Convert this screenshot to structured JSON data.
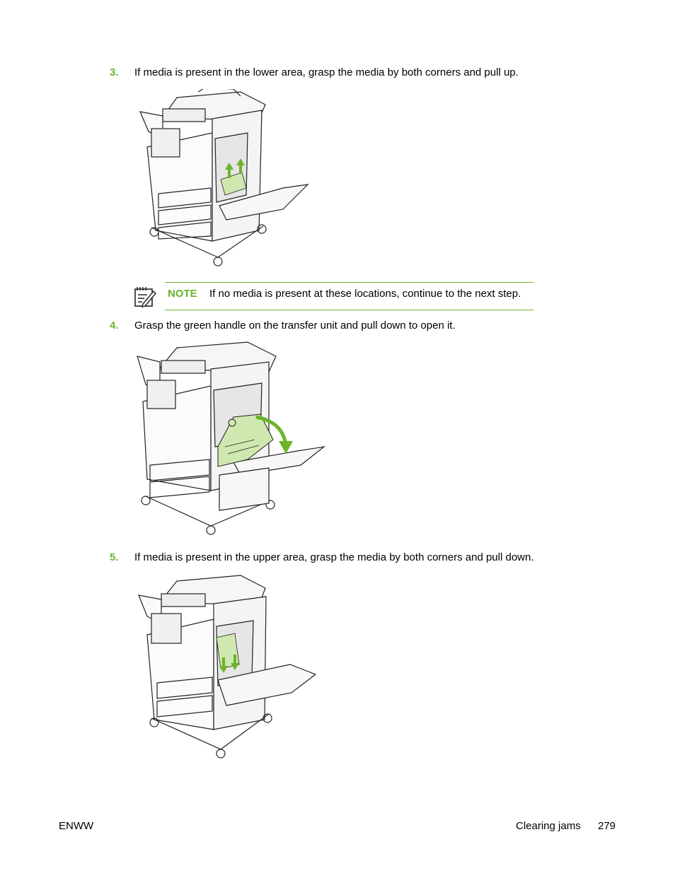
{
  "steps": [
    {
      "number": "3.",
      "text": "If media is present in the lower area, grasp the media by both corners and pull up."
    },
    {
      "number": "4.",
      "text": "Grasp the green handle on the transfer unit and pull down to open it."
    },
    {
      "number": "5.",
      "text": "If media is present in the upper area, grasp the media by both corners and pull down."
    }
  ],
  "note": {
    "label": "NOTE",
    "text": "If no media is present at these locations, continue to the next step."
  },
  "footer": {
    "left": "ENWW",
    "section": "Clearing jams",
    "page": "279"
  },
  "colors": {
    "accent": "#6bb42c",
    "media_fill": "#cfe8b0"
  }
}
